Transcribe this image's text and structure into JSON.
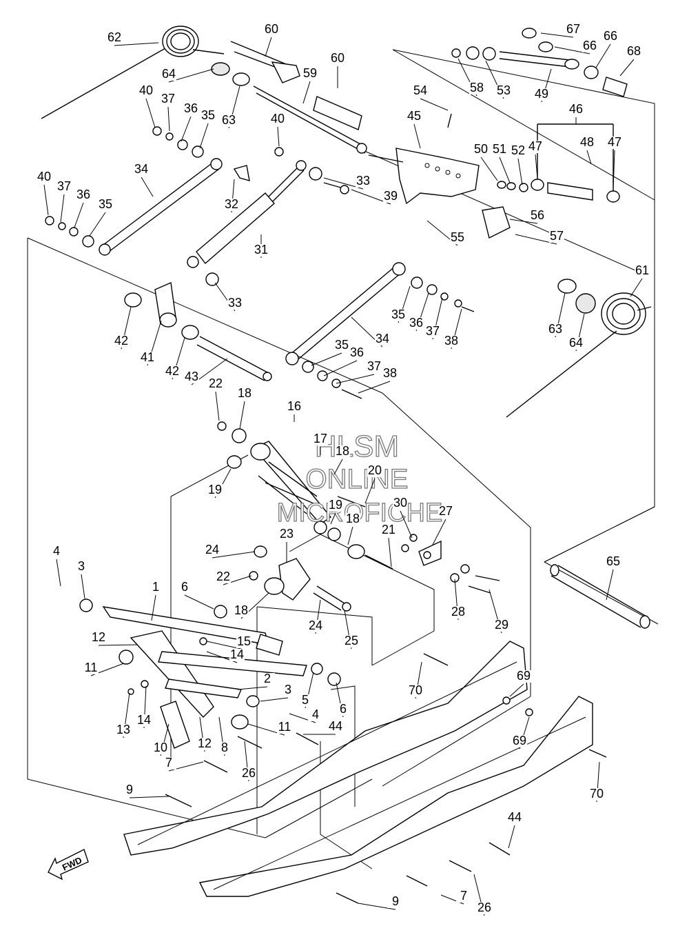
{
  "watermark": {
    "line1": "HLSM",
    "line2": "ONLINE",
    "line3": "MICROFICHE"
  },
  "direction_badge": "FWD",
  "callouts": [
    {
      "id": "c60a",
      "text": "60"
    },
    {
      "id": "c62",
      "text": "62"
    },
    {
      "id": "c64a",
      "text": "64"
    },
    {
      "id": "c63a",
      "text": "63"
    },
    {
      "id": "c59",
      "text": "59"
    },
    {
      "id": "c60b",
      "text": "60"
    },
    {
      "id": "c67",
      "text": "67"
    },
    {
      "id": "c66a",
      "text": "66"
    },
    {
      "id": "c66b",
      "text": "66"
    },
    {
      "id": "c68",
      "text": "68"
    },
    {
      "id": "c58",
      "text": "58"
    },
    {
      "id": "c53",
      "text": "53"
    },
    {
      "id": "c49",
      "text": "49"
    },
    {
      "id": "c54",
      "text": "54"
    },
    {
      "id": "c45",
      "text": "45"
    },
    {
      "id": "c46",
      "text": "46"
    },
    {
      "id": "c50",
      "text": "50"
    },
    {
      "id": "c51",
      "text": "51"
    },
    {
      "id": "c52",
      "text": "52"
    },
    {
      "id": "c47a",
      "text": "47"
    },
    {
      "id": "c48",
      "text": "48"
    },
    {
      "id": "c47b",
      "text": "47"
    },
    {
      "id": "c40a",
      "text": "40"
    },
    {
      "id": "c37a",
      "text": "37"
    },
    {
      "id": "c36a",
      "text": "36"
    },
    {
      "id": "c35a",
      "text": "35"
    },
    {
      "id": "c40b",
      "text": "40"
    },
    {
      "id": "c33a",
      "text": "33"
    },
    {
      "id": "c39",
      "text": "39"
    },
    {
      "id": "c56",
      "text": "56"
    },
    {
      "id": "c57",
      "text": "57"
    },
    {
      "id": "c55",
      "text": "55"
    },
    {
      "id": "c34a",
      "text": "34"
    },
    {
      "id": "c32",
      "text": "32"
    },
    {
      "id": "c31",
      "text": "31"
    },
    {
      "id": "c40c",
      "text": "40"
    },
    {
      "id": "c37b",
      "text": "37"
    },
    {
      "id": "c36b",
      "text": "36"
    },
    {
      "id": "c35b",
      "text": "35"
    },
    {
      "id": "c33b",
      "text": "33"
    },
    {
      "id": "c61",
      "text": "61"
    },
    {
      "id": "c63b",
      "text": "63"
    },
    {
      "id": "c64b",
      "text": "64"
    },
    {
      "id": "c42a",
      "text": "42"
    },
    {
      "id": "c41",
      "text": "41"
    },
    {
      "id": "c42b",
      "text": "42"
    },
    {
      "id": "c43",
      "text": "43"
    },
    {
      "id": "c35c",
      "text": "35"
    },
    {
      "id": "c36c",
      "text": "36"
    },
    {
      "id": "c37c",
      "text": "37"
    },
    {
      "id": "c38a",
      "text": "38"
    },
    {
      "id": "c34b",
      "text": "34"
    },
    {
      "id": "c35d",
      "text": "35"
    },
    {
      "id": "c36d",
      "text": "36"
    },
    {
      "id": "c37d",
      "text": "37"
    },
    {
      "id": "c38b",
      "text": "38"
    },
    {
      "id": "c22a",
      "text": "22"
    },
    {
      "id": "c18a",
      "text": "18"
    },
    {
      "id": "c16",
      "text": "16"
    },
    {
      "id": "c17",
      "text": "17"
    },
    {
      "id": "c18b",
      "text": "18"
    },
    {
      "id": "c20",
      "text": "20"
    },
    {
      "id": "c19a",
      "text": "19"
    },
    {
      "id": "c19b",
      "text": "19"
    },
    {
      "id": "c18c",
      "text": "18"
    },
    {
      "id": "c30",
      "text": "30"
    },
    {
      "id": "c27",
      "text": "27"
    },
    {
      "id": "c21",
      "text": "21"
    },
    {
      "id": "c23",
      "text": "23"
    },
    {
      "id": "c24a",
      "text": "24"
    },
    {
      "id": "c22b",
      "text": "22"
    },
    {
      "id": "c18d",
      "text": "18"
    },
    {
      "id": "c24b",
      "text": "24"
    },
    {
      "id": "c25",
      "text": "25"
    },
    {
      "id": "c28",
      "text": "28"
    },
    {
      "id": "c29",
      "text": "29"
    },
    {
      "id": "c65",
      "text": "65"
    },
    {
      "id": "c4a",
      "text": "4"
    },
    {
      "id": "c3a",
      "text": "3"
    },
    {
      "id": "c1",
      "text": "1"
    },
    {
      "id": "c6a",
      "text": "6"
    },
    {
      "id": "c12a",
      "text": "12"
    },
    {
      "id": "c15",
      "text": "15"
    },
    {
      "id": "c14a",
      "text": "14"
    },
    {
      "id": "c11a",
      "text": "11"
    },
    {
      "id": "c2",
      "text": "2"
    },
    {
      "id": "c3b",
      "text": "3"
    },
    {
      "id": "c5",
      "text": "5"
    },
    {
      "id": "c6b",
      "text": "6"
    },
    {
      "id": "c4b",
      "text": "4"
    },
    {
      "id": "c13",
      "text": "13"
    },
    {
      "id": "c14b",
      "text": "14"
    },
    {
      "id": "c10",
      "text": "10"
    },
    {
      "id": "c12b",
      "text": "12"
    },
    {
      "id": "c8",
      "text": "8"
    },
    {
      "id": "c11b",
      "text": "11"
    },
    {
      "id": "c44a",
      "text": "44"
    },
    {
      "id": "c70a",
      "text": "70"
    },
    {
      "id": "c69a",
      "text": "69"
    },
    {
      "id": "c69b",
      "text": "69"
    },
    {
      "id": "c70b",
      "text": "70"
    },
    {
      "id": "c7a",
      "text": "7"
    },
    {
      "id": "c26a",
      "text": "26"
    },
    {
      "id": "c9a",
      "text": "9"
    },
    {
      "id": "c44b",
      "text": "44"
    },
    {
      "id": "c7b",
      "text": "7"
    },
    {
      "id": "c26b",
      "text": "26"
    },
    {
      "id": "c9b",
      "text": "9"
    }
  ]
}
